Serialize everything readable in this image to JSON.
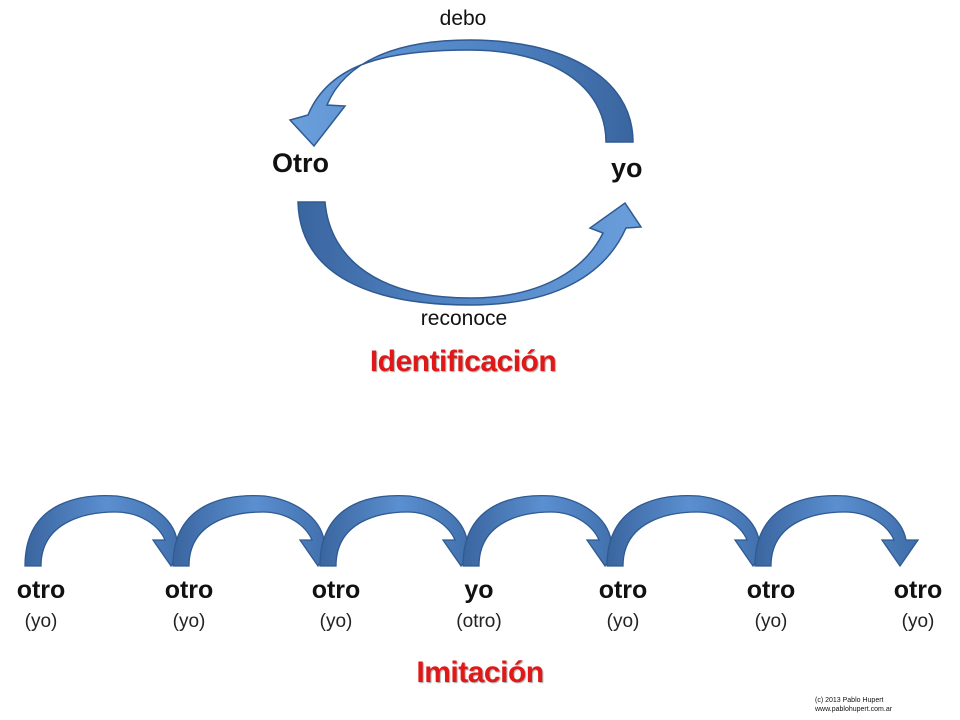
{
  "identification": {
    "title": "Identificación",
    "top_label": "debo",
    "bottom_label": "reconoce",
    "left_node": "Otro",
    "right_node": "yo"
  },
  "imitation": {
    "title": "Imitación",
    "nodes": [
      {
        "main": "otro",
        "sub": "(yo)"
      },
      {
        "main": "otro",
        "sub": "(yo)"
      },
      {
        "main": "otro",
        "sub": "(yo)"
      },
      {
        "main": "yo",
        "sub": "(otro)"
      },
      {
        "main": "otro",
        "sub": "(yo)"
      },
      {
        "main": "otro",
        "sub": "(yo)"
      },
      {
        "main": "otro",
        "sub": "(yo)"
      }
    ]
  },
  "copyright": {
    "line1": "(c) 2013 Pablo Hupert",
    "line2": "www.pablohupert.com.ar"
  },
  "colors": {
    "arrow_fill": "#5b8fd0",
    "arrow_dark": "#3a659f",
    "arrow_stroke": "#2f5a92",
    "title_red": "#e01818"
  }
}
